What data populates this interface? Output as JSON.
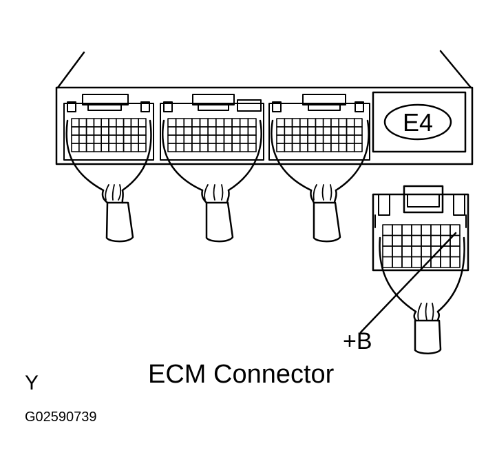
{
  "diagram": {
    "connector_id": "E4",
    "pin_label": "+B",
    "title": "ECM Connector",
    "corner_mark": "Y",
    "figure_code": "G02590739"
  },
  "colors": {
    "ink": "#000000",
    "paper": "#ffffff"
  }
}
